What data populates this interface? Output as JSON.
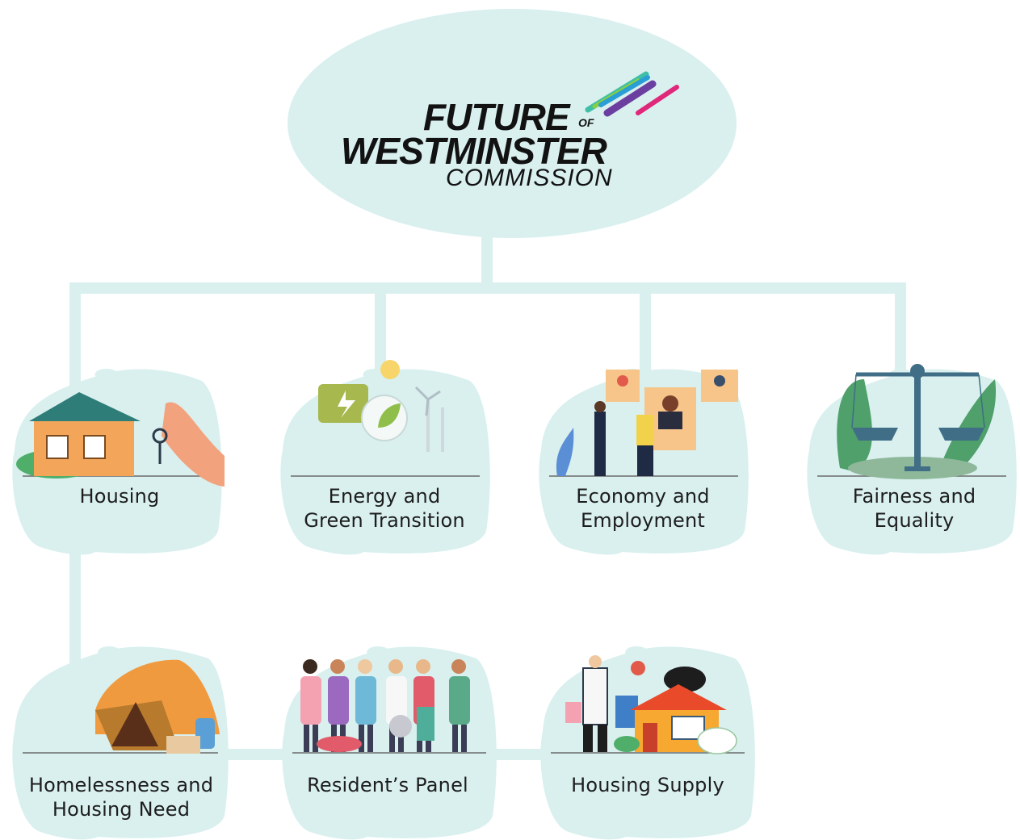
{
  "logo": {
    "line1": "FUTURE",
    "of": "OF",
    "line2": "WESTMINSTER",
    "line3": "COMMISSION",
    "stripe_colors": [
      "#3fbfa6",
      "#8ccf3c",
      "#2a9fd6",
      "#6b3fa0",
      "#e0287a"
    ]
  },
  "colors": {
    "blob": "#d9f0ef",
    "connector": "#d9f0ef",
    "divider": "#6b6b6b"
  },
  "nodes": [
    {
      "id": "housing",
      "label_lines": [
        "Housing"
      ],
      "icon": "house-keys-icon"
    },
    {
      "id": "energy",
      "label_lines": [
        "Energy and",
        "Green Transition"
      ],
      "icon": "battery-wind-turbine-icon"
    },
    {
      "id": "economy",
      "label_lines": [
        "Economy and",
        "Employment"
      ],
      "icon": "job-interview-icon"
    },
    {
      "id": "fairness",
      "label_lines": [
        "Fairness and",
        "Equality"
      ],
      "icon": "balance-scale-icon"
    },
    {
      "id": "homelessness",
      "label_lines": [
        "Homelessness and",
        "Housing Need"
      ],
      "icon": "tent-icon"
    },
    {
      "id": "panel",
      "label_lines": [
        "Resident’s Panel"
      ],
      "icon": "group-of-residents-icon"
    },
    {
      "id": "supply",
      "label_lines": [
        "Housing Supply"
      ],
      "icon": "house-inspection-icon"
    }
  ]
}
